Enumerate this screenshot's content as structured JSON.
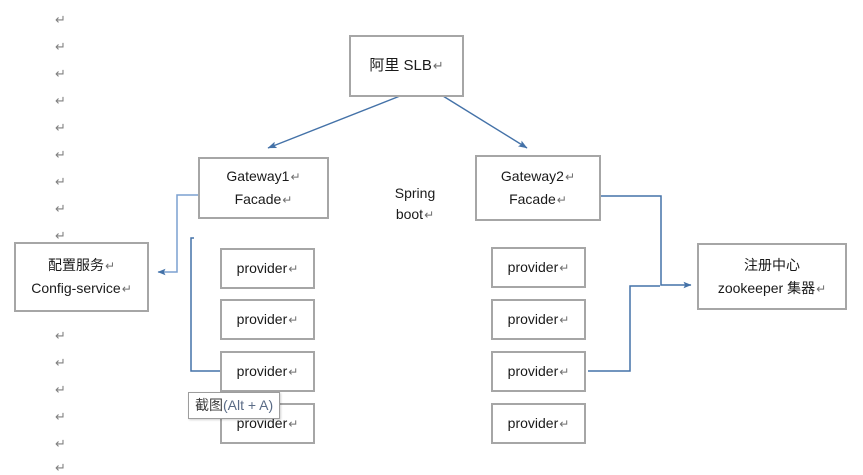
{
  "document": {
    "type": "word-architecture-diagram",
    "paragraph_mark": "↵",
    "colors": {
      "box_border": "#a6a6a6",
      "connector_blue": "#4472a8",
      "connector_light_blue": "#7ba0d0",
      "text": "#1a1a1a",
      "pilcrow": "#808080",
      "background": "#ffffff"
    }
  },
  "margin_marks": {
    "label": "paragraph-mark",
    "glyph": "↵",
    "count": 15
  },
  "nodes": {
    "slb": {
      "name": "阿里 SLB",
      "lines": [
        "阿里 SLB"
      ],
      "mark": "↵"
    },
    "gateway1": {
      "lines": [
        "Gateway1",
        "Facade"
      ],
      "mark": "↵"
    },
    "gateway2": {
      "lines": [
        "Gateway2",
        "Facade"
      ],
      "mark": "↵"
    },
    "config_service": {
      "lines": [
        "配置服务",
        "Config-service"
      ],
      "mark": "↵"
    },
    "registry": {
      "lines": [
        "注册中心",
        "zookeeper 集器"
      ],
      "mark": "↵"
    },
    "spring_boot": {
      "lines": [
        "Spring",
        "boot"
      ],
      "mark": "↵"
    },
    "provider_label": "provider",
    "providers_left": [
      {
        "label": "provider",
        "mark": "↵"
      },
      {
        "label": "provider",
        "mark": "↵"
      },
      {
        "label": "provider",
        "mark": "↵"
      },
      {
        "label": "provider",
        "mark": "↵"
      }
    ],
    "providers_right": [
      {
        "label": "provider",
        "mark": "↵"
      },
      {
        "label": "provider",
        "mark": "↵"
      },
      {
        "label": "provider",
        "mark": "↵"
      },
      {
        "label": "provider",
        "mark": "↵"
      }
    ]
  },
  "tooltip": {
    "text_cn": "截图",
    "text_key": "(Alt + A)",
    "full": "截图(Alt + A)"
  },
  "connections": [
    {
      "from": "slb",
      "to": "gateway1",
      "style": "arrow"
    },
    {
      "from": "slb",
      "to": "gateway2",
      "style": "arrow"
    },
    {
      "from": "gateway1",
      "to": "config_service",
      "style": "arrow"
    },
    {
      "from": "provider_left_3",
      "to": "config_service",
      "style": "elbow"
    },
    {
      "from": "gateway2",
      "to": "registry",
      "style": "arrow"
    },
    {
      "from": "provider_right_3",
      "to": "registry",
      "style": "elbow"
    }
  ]
}
